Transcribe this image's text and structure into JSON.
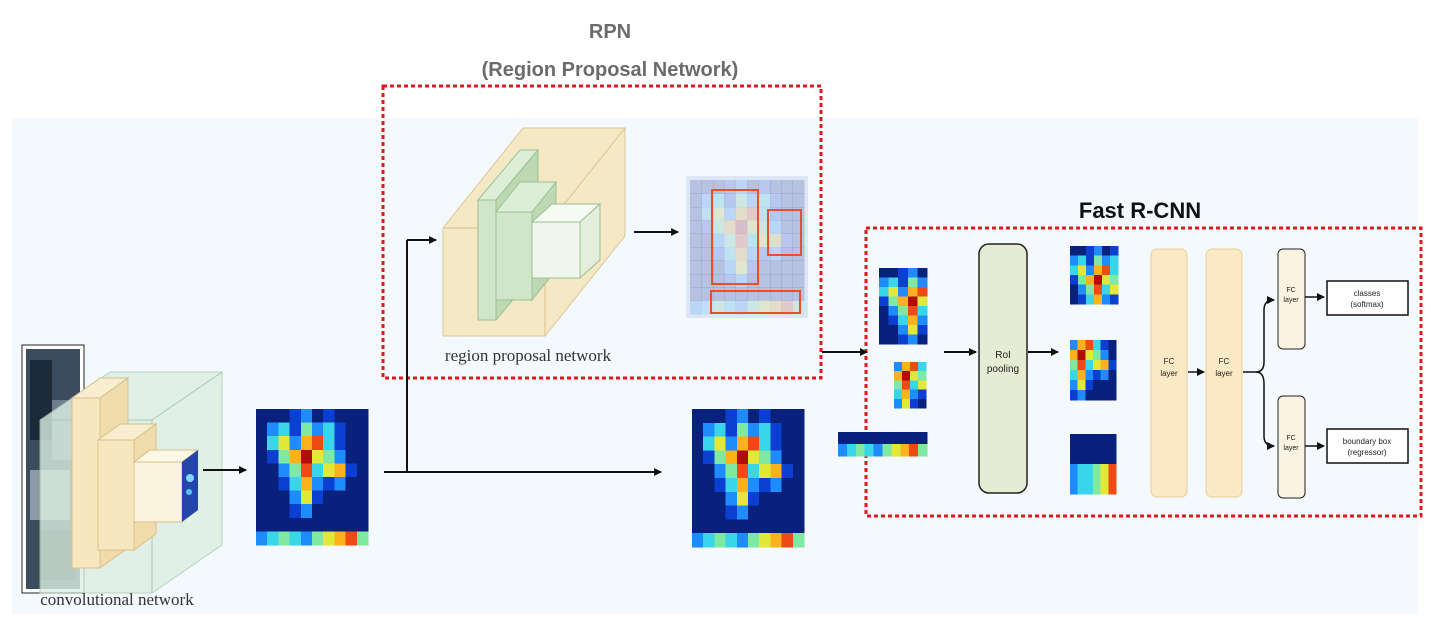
{
  "titles": {
    "rpn_line1": "RPN",
    "rpn_line2": "(Region Proposal Network)",
    "fast_rcnn": "Fast R-CNN"
  },
  "labels": {
    "region_proposal_network": "region proposal network",
    "convolutional_network": "convolutional network",
    "roi_pooling_1": "RoI",
    "roi_pooling_2": "pooling",
    "fc1_1": "FC",
    "fc1_2": "layer",
    "fc2_1": "FC",
    "fc2_2": "layer",
    "fc3_1": "FC",
    "fc3_2": "layer",
    "fc4_1": "FC",
    "fc4_2": "layer",
    "classes_1": "classes",
    "classes_2": "(softmax)",
    "bbox_1": "boundary box",
    "bbox_2": "(regressor)"
  },
  "colors": {
    "dashed_box": "#e0191c",
    "panel_bg": "#f4fafd",
    "cube_fill": "#f6e7bf",
    "cube_green": "#cfe6c9",
    "fc_fill": "#fbe9c6",
    "roi_fill": "#e6ecd4",
    "proposal_box": "#e8502a"
  }
}
